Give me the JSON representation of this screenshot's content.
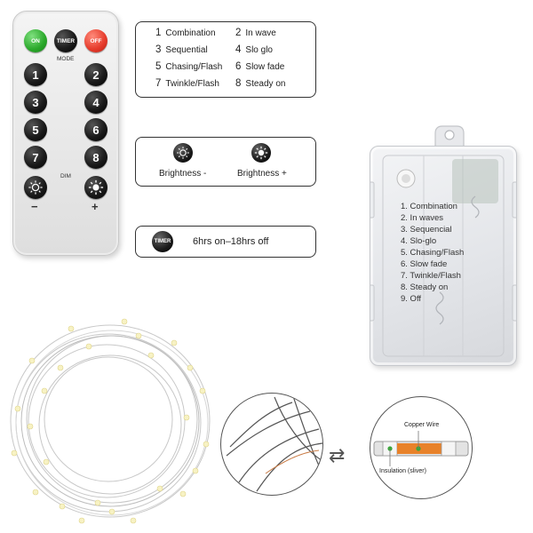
{
  "remote": {
    "on_label": "ON",
    "timer_label": "TIMER",
    "off_label": "OFF",
    "mode_label": "MODE",
    "buttons": [
      "1",
      "2",
      "3",
      "4",
      "5",
      "6",
      "7",
      "8"
    ],
    "dim_label": "DIM",
    "minus": "−",
    "plus": "+"
  },
  "modes": [
    {
      "num": "1",
      "label": "Combination"
    },
    {
      "num": "2",
      "label": "In wave"
    },
    {
      "num": "3",
      "label": "Sequential"
    },
    {
      "num": "4",
      "label": "Slo glo"
    },
    {
      "num": "5",
      "label": "Chasing/Flash"
    },
    {
      "num": "6",
      "label": "Slow fade"
    },
    {
      "num": "7",
      "label": "Twinkle/Flash"
    },
    {
      "num": "8",
      "label": "Steady on"
    }
  ],
  "brightness": {
    "minus_label": "Brightness -",
    "plus_label": "Brightness +"
  },
  "timer": {
    "icon_label": "TIMER",
    "text": "6hrs on–18hrs off"
  },
  "battery_modes": [
    "1. Combination",
    "2. In waves",
    "3. Sequencial",
    "4. Slo-glo",
    "5. Chasing/Flash",
    "6. Slow fade",
    "7. Twinkle/Flash",
    "8. Steady on",
    "9. Off"
  ],
  "wire": {
    "copper_label": "Copper Wire",
    "insulation_label": "Insulation (sliver)",
    "arrow": "⇄"
  },
  "colors": {
    "on_green": "#2aa82a",
    "off_red": "#e53a2a",
    "copper": "#e8822a",
    "insulation_green": "#3aa63a"
  }
}
